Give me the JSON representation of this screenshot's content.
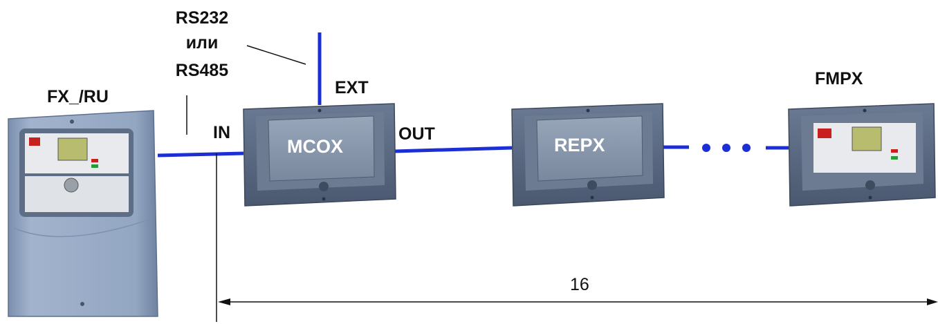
{
  "labels": {
    "panel": "FX_/RU",
    "interface_line1": "RS232",
    "interface_line2": "или",
    "interface_line3": "RS485",
    "ext": "EXT",
    "in": "IN",
    "out": "OUT",
    "mcox": "MCOX",
    "repx": "REPX",
    "fmpx": "FMPX",
    "distance": "16"
  },
  "colors": {
    "bus": "#1c2fd6",
    "device_body": "#56667e",
    "screen": "#8a98ac",
    "panel_body": "#8fa2bf"
  },
  "icons": [
    "fire-panel",
    "repeater-panel",
    "dimension-arrow"
  ]
}
